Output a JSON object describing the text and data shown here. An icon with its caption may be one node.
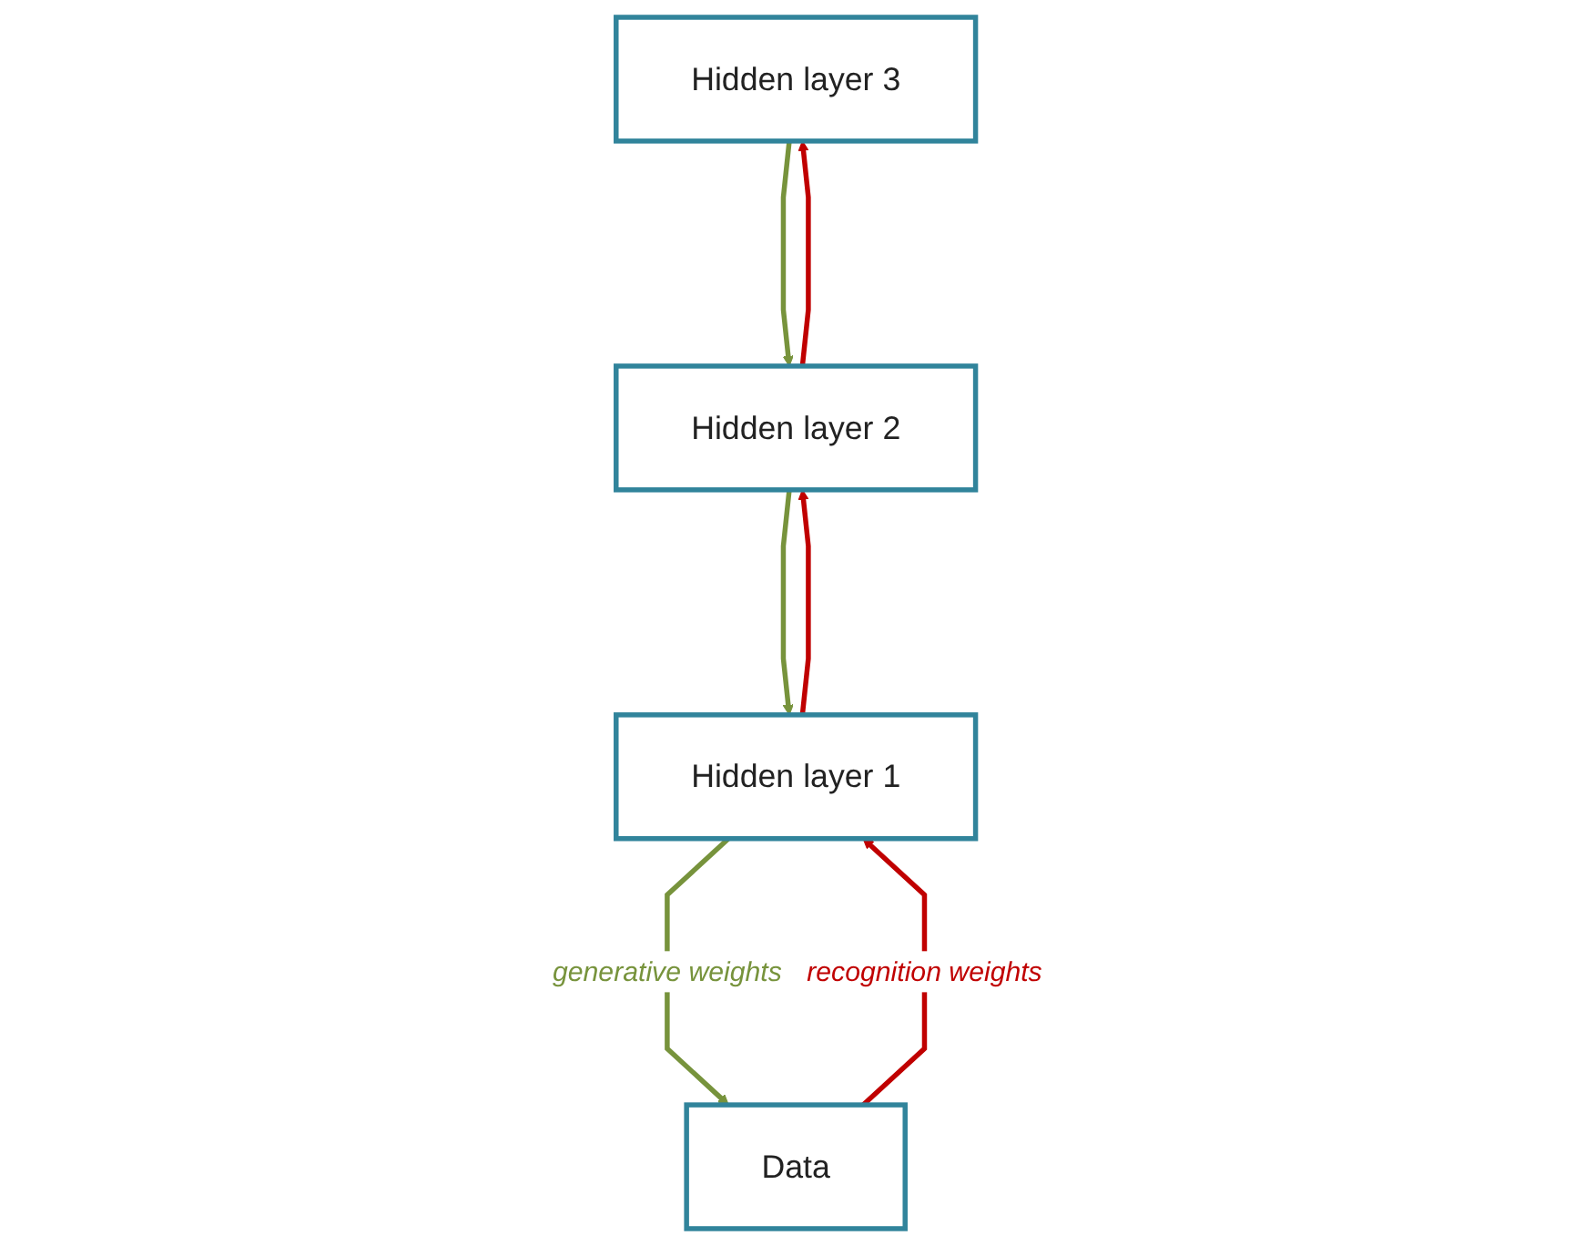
{
  "diagram": {
    "nodes": [
      {
        "text": [
          "Hidden layer 3"
        ]
      },
      {
        "text": [
          "Hidden layer 2"
        ]
      },
      {
        "text": [
          "Hidden layer 1"
        ]
      },
      {
        "text": [
          "Data"
        ]
      }
    ],
    "edges": [
      {
        "from": 1,
        "to": 0,
        "arrow": "to",
        "color": "#c00000"
      },
      {
        "from": 0,
        "to": 1,
        "arrow": "to",
        "color": "#77933c"
      },
      {
        "from": 2,
        "to": 1,
        "arrow": "to",
        "color": "#c00000"
      },
      {
        "from": 1,
        "to": 2,
        "arrow": "to",
        "color": "#77933c"
      },
      {
        "from": 2,
        "to": 3,
        "arrow": "to",
        "color": "#77933c",
        "label": "generative weights"
      },
      {
        "from": 3,
        "to": 2,
        "arrow": "to",
        "color": "#c00000",
        "label": "recognition weights"
      }
    ]
  }
}
